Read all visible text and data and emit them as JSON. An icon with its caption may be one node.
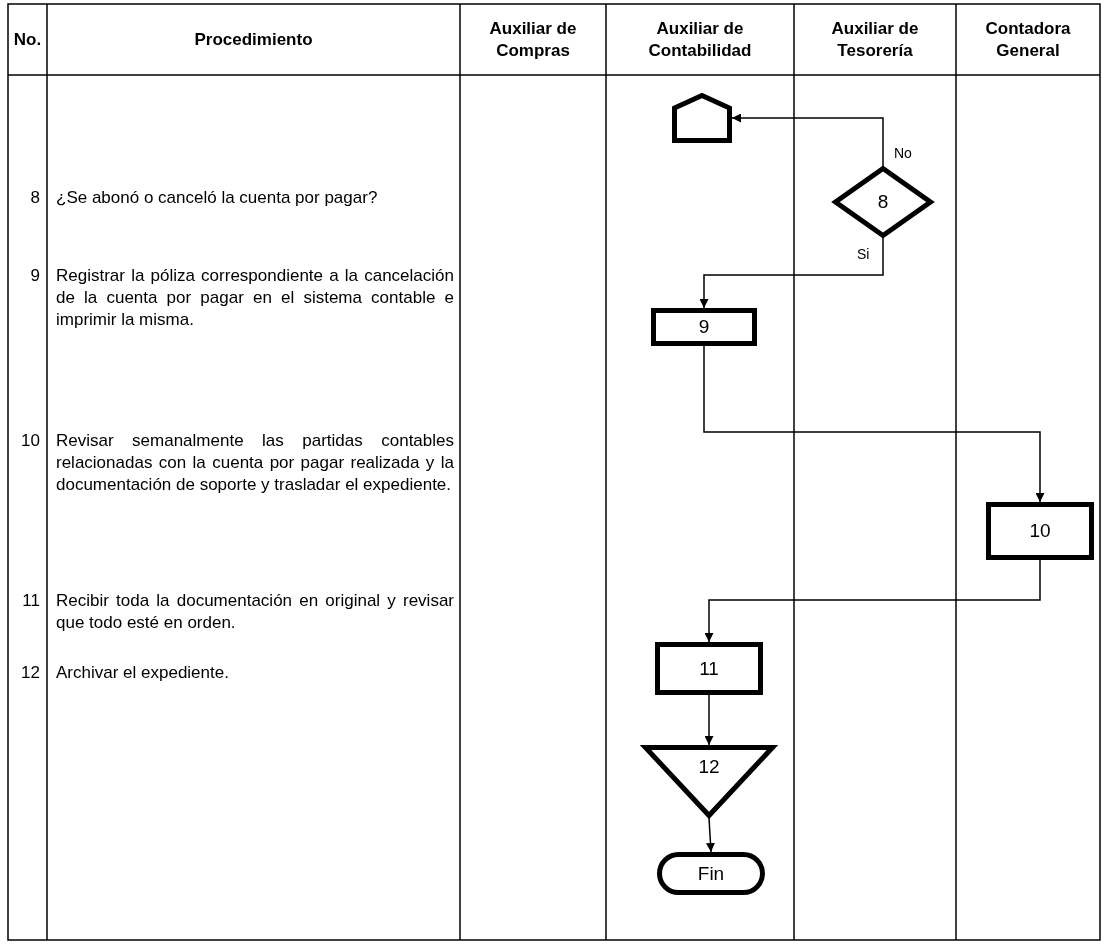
{
  "diagram": {
    "nodes": [
      {
        "text": [],
        "shape": "pentagon"
      },
      {
        "text": [
          "8"
        ]
      },
      {
        "text": [
          "9"
        ]
      },
      {
        "text": [
          "10"
        ]
      },
      {
        "text": [
          "11"
        ]
      },
      {
        "text": [
          "12"
        ]
      },
      {
        "text": [
          "Fin"
        ]
      }
    ],
    "edges": [
      {
        "from": 1,
        "to": 0,
        "arrow": "to",
        "label": "No"
      },
      {
        "from": 1,
        "to": 2,
        "arrow": "to",
        "label": "Si"
      },
      {
        "from": 2,
        "to": 3,
        "arrow": "to"
      },
      {
        "from": 3,
        "to": 4,
        "arrow": "to"
      },
      {
        "from": 4,
        "to": 5,
        "arrow": "to"
      },
      {
        "from": 5,
        "to": 6,
        "arrow": "to"
      }
    ],
    "labels": [
      "No.",
      "Procedimiento",
      "Auxiliar de Compras",
      "Auxiliar de Contabilidad",
      "Auxiliar de Tesorería",
      "Contadora General",
      "8",
      "¿Se abonó o canceló la cuenta por pagar?",
      "9",
      "Registrar la póliza correspondiente a la cancelación de la cuenta por pagar en el sistema contable e imprimir la misma.",
      "10",
      "Revisar semanalmente las partidas contables relacionadas con la cuenta por pagar realizada y la documentación de soporte y trasladar el expediente.",
      "11",
      "Recibir toda la documentación en original y revisar que todo esté en orden.",
      "12",
      "Archivar el expediente."
    ]
  }
}
